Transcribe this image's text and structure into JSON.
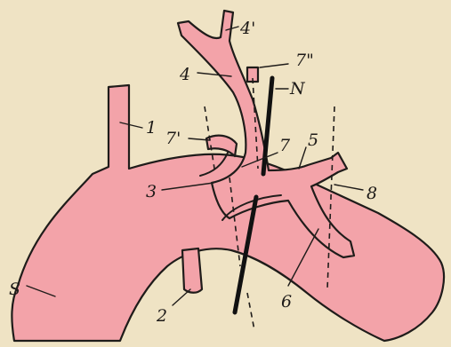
{
  "figure": {
    "labels": {
      "l1": "1",
      "l2": "2",
      "l3": "3",
      "l4": "4",
      "l4p": "4'",
      "l5": "5",
      "l6": "6",
      "l7": "7",
      "l7p": "7'",
      "l7pp": "7\"",
      "l8": "8",
      "lN": "N",
      "lS": "S"
    },
    "colors": {
      "paper": "#efe3c4",
      "vessel": "#f3a3a9",
      "ink": "#1f1c1a"
    }
  }
}
